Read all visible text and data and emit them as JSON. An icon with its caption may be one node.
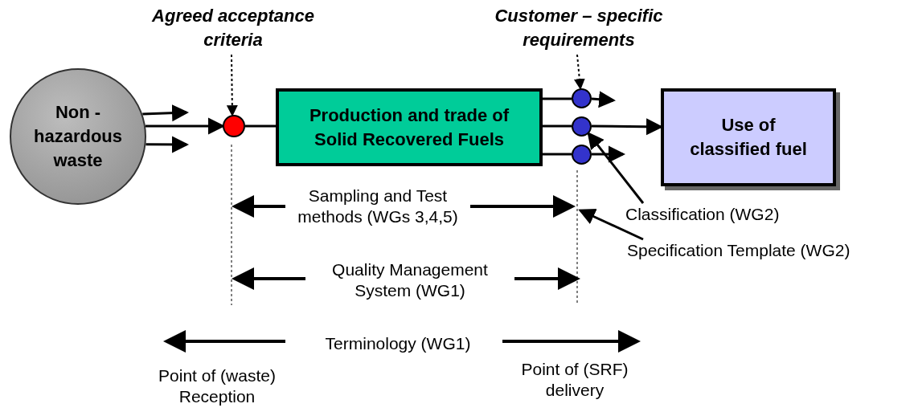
{
  "diagram": {
    "nodes": [
      {
        "text": [
          "Non - hazardous waste"
        ]
      },
      {
        "text": [],
        "shape": "circle"
      },
      {
        "text": [
          "Production and trade of Solid Recovered Fuels"
        ]
      },
      {
        "text": [],
        "shape": "circle"
      },
      {
        "text": [],
        "shape": "circle"
      },
      {
        "text": [],
        "shape": "circle"
      },
      {
        "text": [
          "Use of classified fuel"
        ]
      },
      {
        "text": [
          "Agreed acceptance criteria"
        ]
      },
      {
        "text": [
          "Customer – specific requirements"
        ]
      },
      {
        "text": [
          "Classification (WG2)"
        ]
      },
      {
        "text": [
          "Specification Template (WG2)"
        ]
      }
    ],
    "edges": [
      {
        "from": 0,
        "to": null,
        "arrow": "to"
      },
      {
        "from": 0,
        "to": 1,
        "arrow": "to"
      },
      {
        "from": 0,
        "to": null,
        "arrow": "to"
      },
      {
        "from": 1,
        "to": 2,
        "arrow": "none"
      },
      {
        "from": 2,
        "to": 3,
        "arrow": "none"
      },
      {
        "from": 3,
        "to": null,
        "arrow": "to"
      },
      {
        "from": 2,
        "to": 4,
        "arrow": "none"
      },
      {
        "from": 4,
        "to": 6,
        "arrow": "to"
      },
      {
        "from": 2,
        "to": 5,
        "arrow": "none"
      },
      {
        "from": 5,
        "to": null,
        "arrow": "to"
      },
      {
        "from": 7,
        "to": 1,
        "arrow": "to",
        "style": "dashed"
      },
      {
        "from": 8,
        "to": 3,
        "arrow": "to",
        "style": "dashed"
      },
      {
        "from": 9,
        "to": 4,
        "arrow": "to"
      },
      {
        "from": 10,
        "to": null,
        "arrow": "to"
      }
    ],
    "labels": [
      "Sampling and Test methods (WGs 3,4,5)",
      "Quality Management System (WG1)",
      "Terminology (WG1)",
      "Point of (waste) Reception",
      "Point of (SRF) delivery"
    ]
  }
}
